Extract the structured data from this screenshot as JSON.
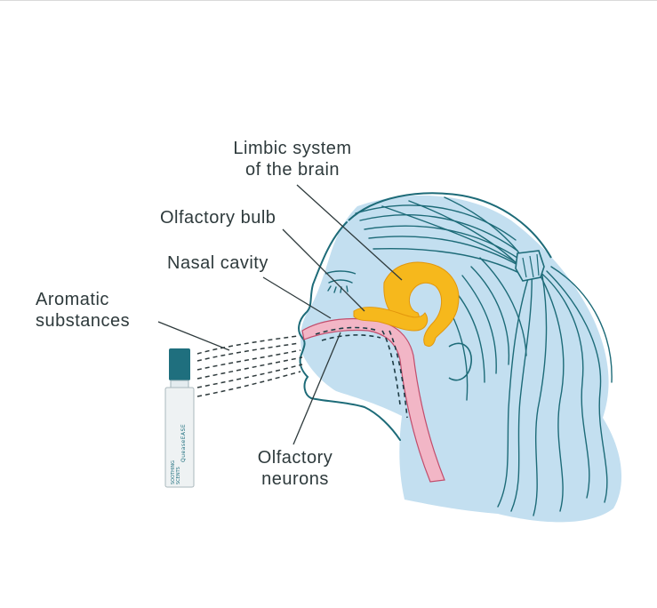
{
  "diagram": {
    "labels": {
      "limbic_line1": "Limbic system",
      "limbic_line2": "of the brain",
      "olfactory_bulb": "Olfactory bulb",
      "nasal_cavity": "Nasal cavity",
      "aromatic_line1": "Aromatic",
      "aromatic_line2": "substances",
      "neurons_line1": "Olfactory",
      "neurons_line2": "neurons"
    },
    "inhaler": {
      "brand_text": "QueaseEASE",
      "side_text_line1": "SOOTHING",
      "side_text_line2": "SCENTS"
    },
    "colors": {
      "head_fill": "#c3dff0",
      "outline": "#1d6b78",
      "brain": "#f6b81c",
      "nasal_passage": "#f2b6c6",
      "cap": "#1f6f7e",
      "text": "#2e3a3c"
    }
  }
}
